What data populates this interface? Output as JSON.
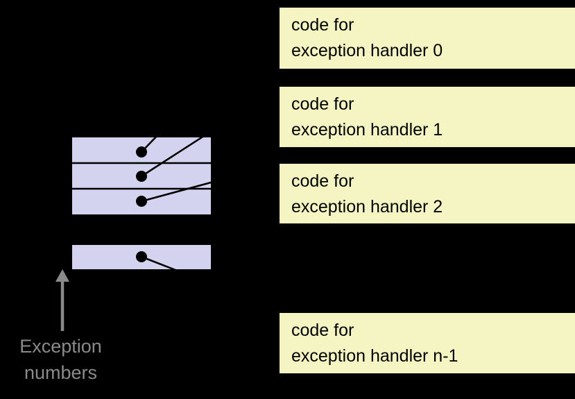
{
  "colors": {
    "background": "#000000",
    "table_fill": "#D3D3F0",
    "handler_fill": "#F5F5C4",
    "connector_line": "#000000",
    "label_gray": "#8A8A8A"
  },
  "exception_table": {
    "upper_row_count": 3,
    "lower_row_count": 1
  },
  "handlers": [
    {
      "line1": "code for",
      "line2": "exception handler 0"
    },
    {
      "line1": "code for",
      "line2": "exception handler 1"
    },
    {
      "line1": "code for",
      "line2": "exception handler 2"
    },
    {
      "line1": "code for",
      "line2": "exception handler n-1"
    }
  ],
  "label": {
    "line1": "Exception",
    "line2": "numbers"
  }
}
